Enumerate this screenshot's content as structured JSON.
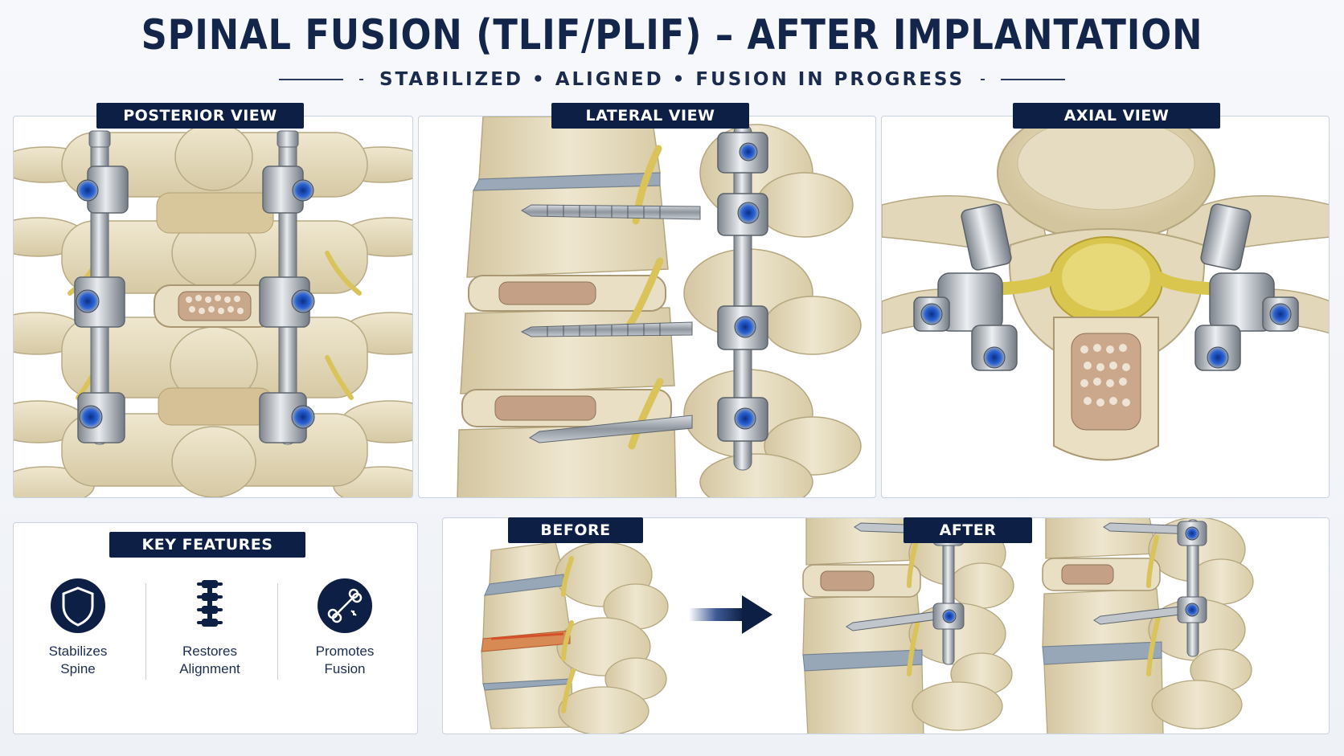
{
  "title": "SPINAL FUSION (TLIF/PLIF) – AFTER IMPLANTATION",
  "subtitle": "STABILIZED • ALIGNED • FUSION IN PROGRESS",
  "views": {
    "posterior": "POSTERIOR VIEW",
    "lateral": "LATERAL VIEW",
    "axial": "AXIAL VIEW"
  },
  "features": {
    "heading": "KEY FEATURES",
    "items": [
      {
        "line1": "Stabilizes",
        "line2": "Spine",
        "icon": "shield-icon"
      },
      {
        "line1": "Restores",
        "line2": "Alignment",
        "icon": "spine-icon"
      },
      {
        "line1": "Promotes",
        "line2": "Fusion",
        "icon": "bone-icon"
      }
    ]
  },
  "comparison": {
    "before": "BEFORE",
    "after": "AFTER"
  },
  "colors": {
    "navy": "#0e1f45",
    "bone": "#e3d9bd",
    "metal": "#a9b0b8",
    "screw_cap": "#1f4fb8",
    "nerve": "#d8c25a"
  }
}
